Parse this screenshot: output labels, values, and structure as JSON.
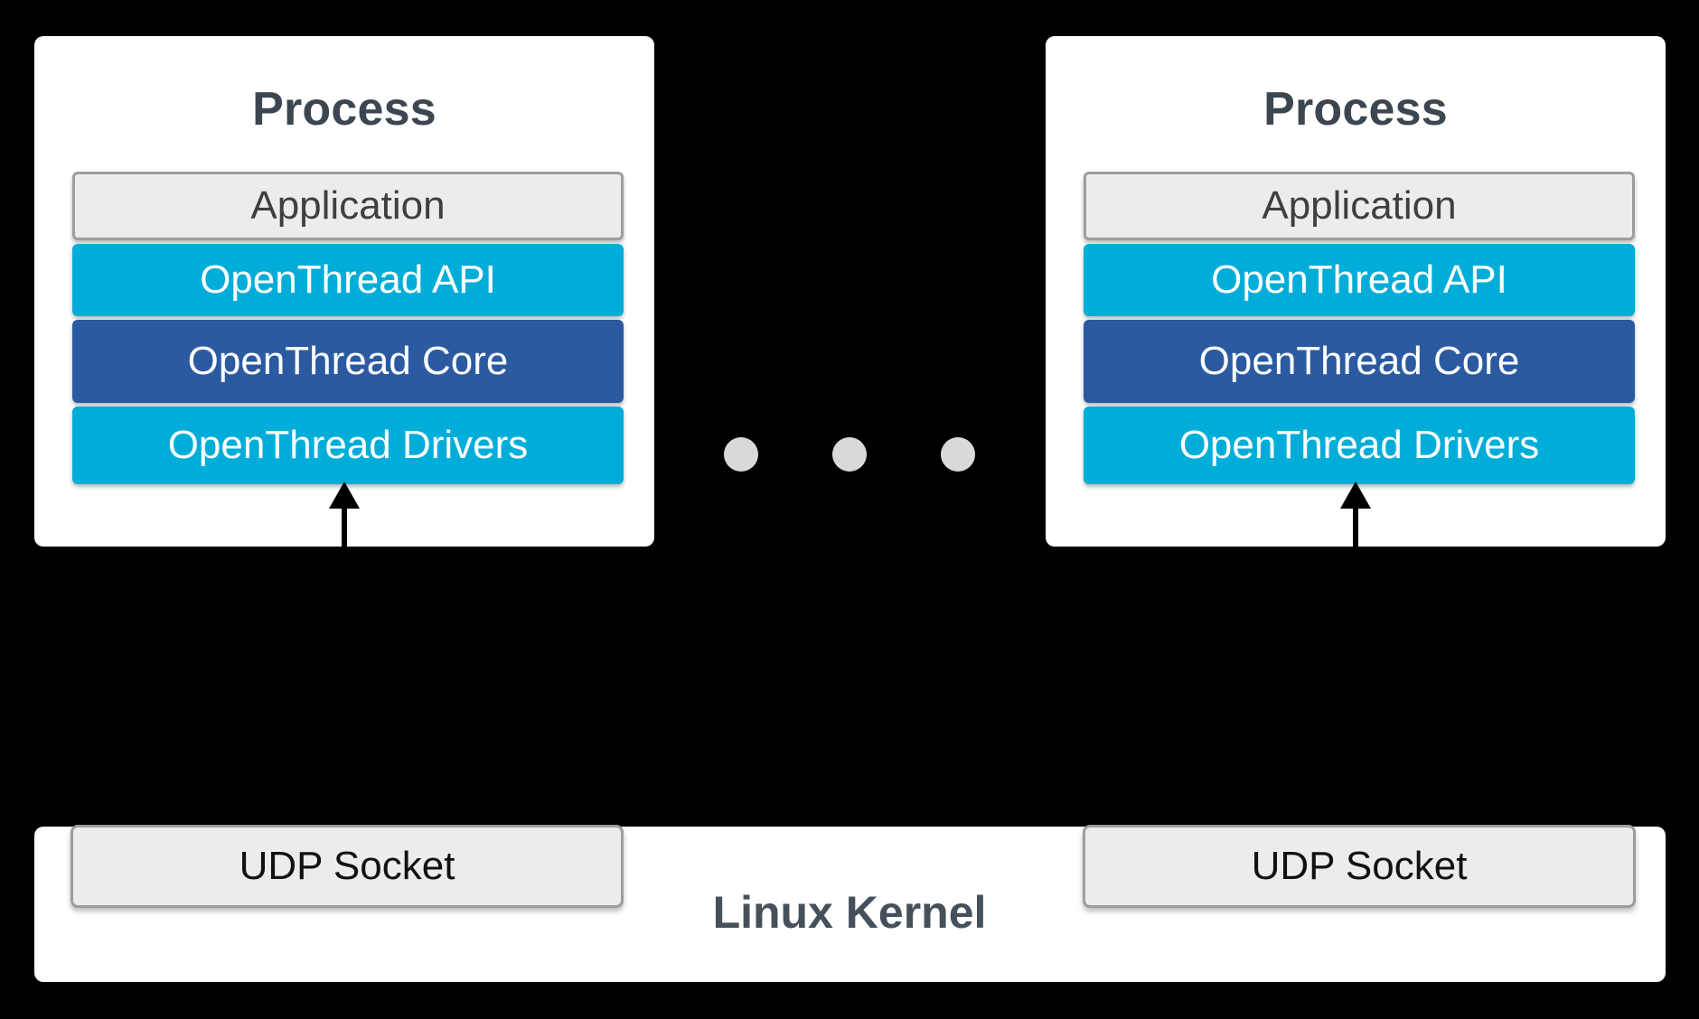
{
  "diagram": {
    "background_color": "#000000",
    "colors": {
      "panel": "#ffffff",
      "app_box": "#ececec",
      "app_border": "#9d9d9d",
      "api_layer": "#00add8",
      "core_layer": "#2b5aa0",
      "drivers_layer": "#00add8",
      "title_text": "#3c4650",
      "dot": "#d9d9d9",
      "arrow": "#000000"
    },
    "processes": [
      {
        "id": "left",
        "title": "Process",
        "layers": [
          {
            "label": "Application",
            "style": "app"
          },
          {
            "label": "OpenThread API",
            "style": "api"
          },
          {
            "label": "OpenThread Core",
            "style": "core"
          },
          {
            "label": "OpenThread Drivers",
            "style": "drivers"
          }
        ]
      },
      {
        "id": "right",
        "title": "Process",
        "layers": [
          {
            "label": "Application",
            "style": "app"
          },
          {
            "label": "OpenThread API",
            "style": "api"
          },
          {
            "label": "OpenThread Core",
            "style": "core"
          },
          {
            "label": "OpenThread Drivers",
            "style": "drivers"
          }
        ]
      }
    ],
    "ellipsis": {
      "dot_count": 3,
      "meaning": "more processes"
    },
    "kernel": {
      "title": "Linux Kernel",
      "sockets": [
        {
          "label": "UDP Socket"
        },
        {
          "label": "UDP Socket"
        }
      ]
    },
    "connections": [
      {
        "from": "UDP Socket (left)",
        "to": "OpenThread Drivers (left process)",
        "direction": "up"
      },
      {
        "from": "UDP Socket (right)",
        "to": "OpenThread Drivers (right process)",
        "direction": "up"
      }
    ]
  }
}
